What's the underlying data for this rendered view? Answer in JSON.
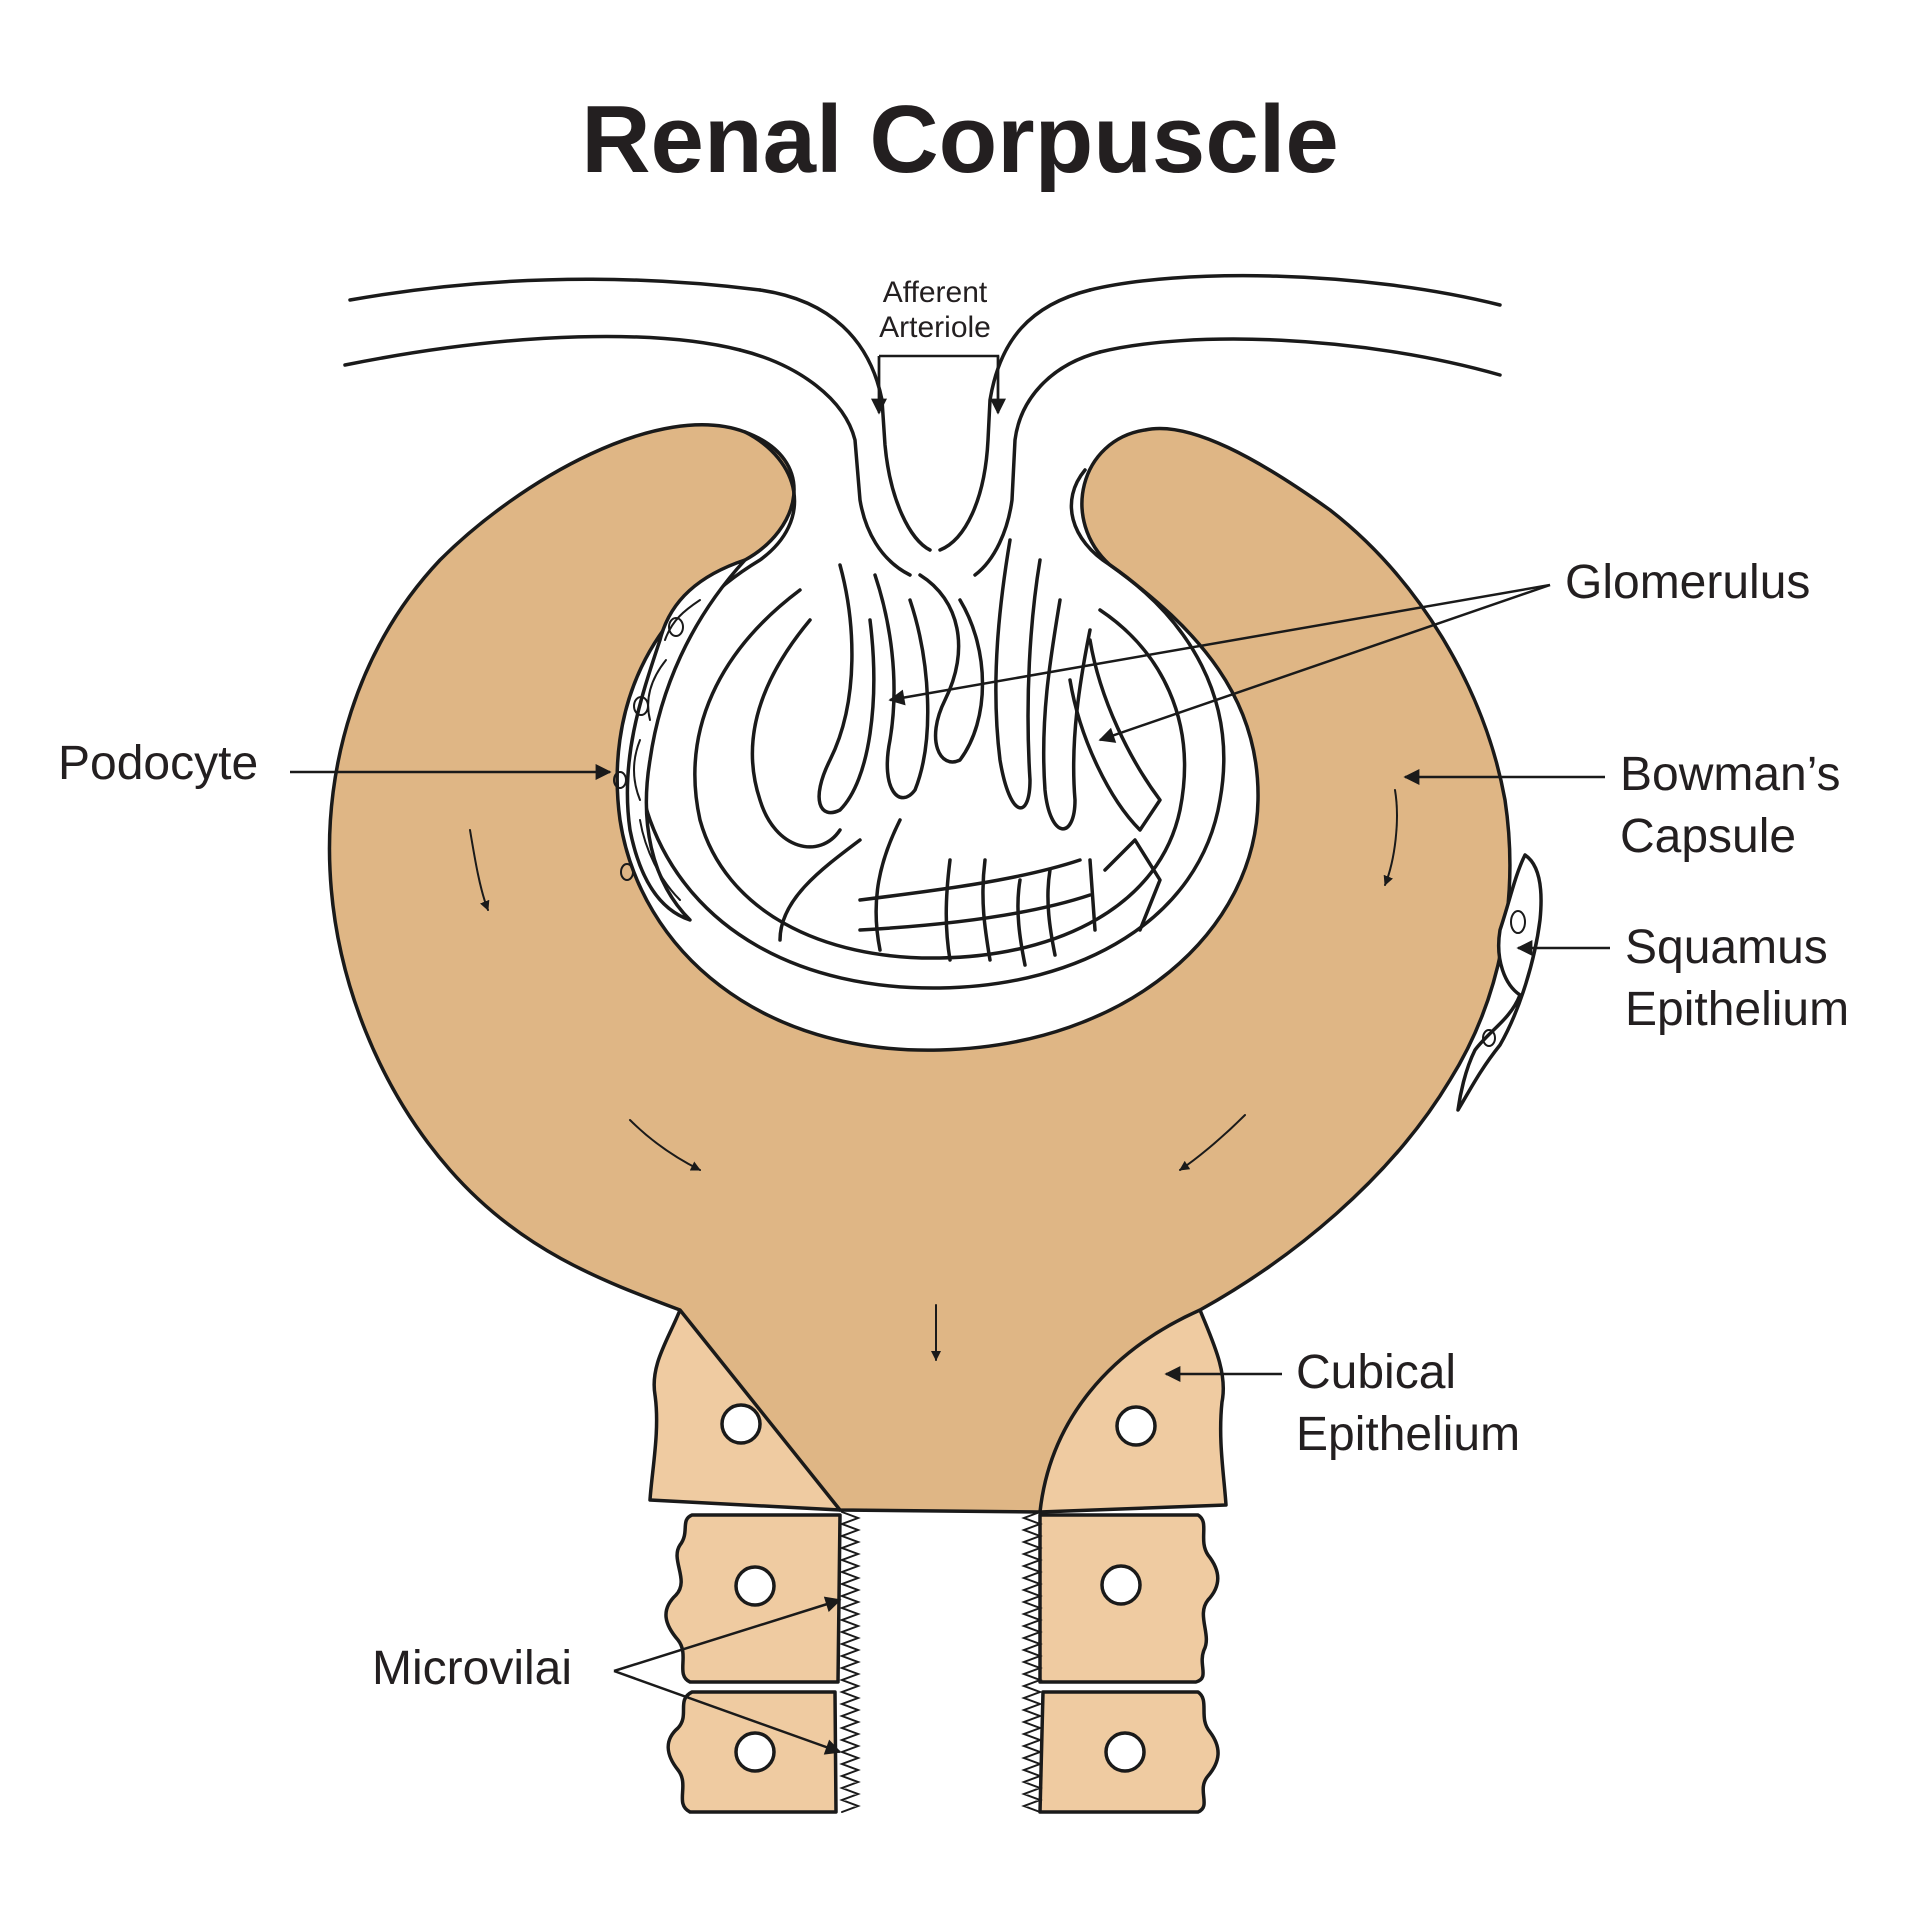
{
  "title": "Renal Corpuscle",
  "colors": {
    "capsule_fill": "#dfb685",
    "cell_fill": "#efcba1",
    "outline": "#1a1a1a",
    "text": "#231f20",
    "background": "#ffffff"
  },
  "labels": {
    "afferent_line1": "Afferent",
    "afferent_line2": "Arteriole",
    "glomerulus": "Glomerulus",
    "podocyte": "Podocyte",
    "bowmans_line1": "Bowman’s",
    "bowmans_line2": "Capsule",
    "squamus_line1": "Squamus",
    "squamus_line2": "Epithelium",
    "cubical_line1": "Cubical",
    "cubical_line2": "Epithelium",
    "microvilai": "Microvilai"
  }
}
